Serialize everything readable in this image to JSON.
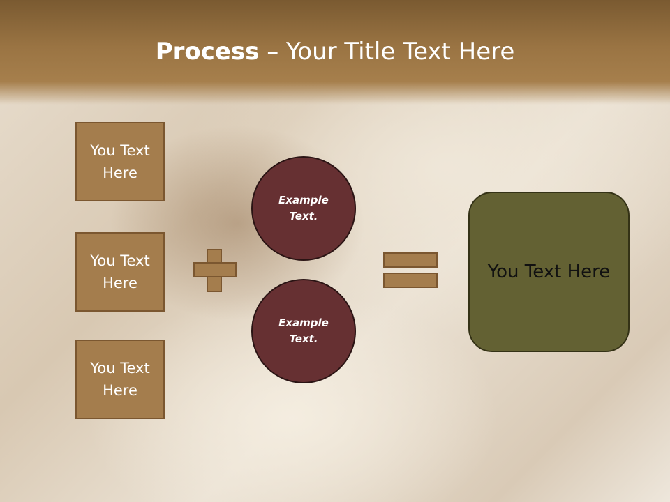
{
  "slide": {
    "title_bold": "Process",
    "title_rest": " – Your Title Text Here"
  },
  "inputs": [
    {
      "label": "You Text Here"
    },
    {
      "label": "You Text Here"
    },
    {
      "label": "You Text Here"
    }
  ],
  "circles": [
    {
      "label": "Example Text."
    },
    {
      "label": "Example Text."
    }
  ],
  "result": {
    "label": "You Text Here"
  },
  "colors": {
    "header": "#9a7443",
    "box_fill": "#a47d4d",
    "box_border": "#7b5730",
    "circle_fill": "#663032",
    "result_fill": "#636133"
  },
  "icons": [
    "plus-icon",
    "equals-icon"
  ]
}
